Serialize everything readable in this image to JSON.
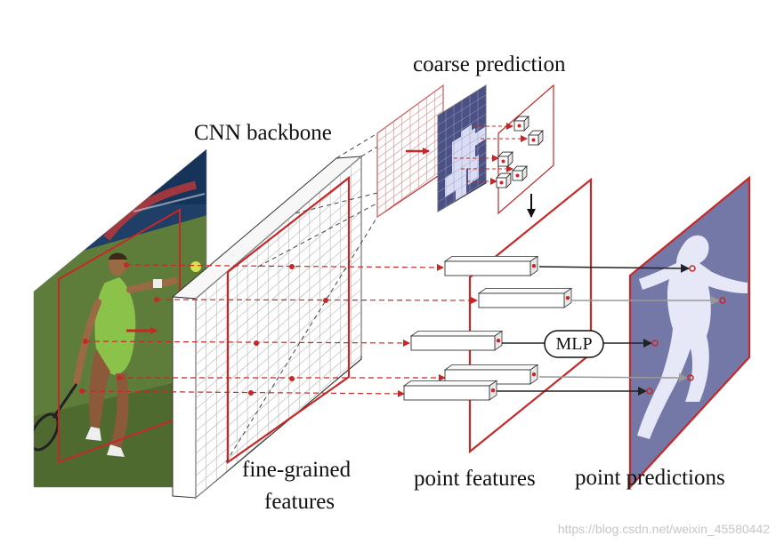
{
  "labels": {
    "coarse_prediction": "coarse prediction",
    "cnn_backbone": "CNN backbone",
    "fine_grained_line1": "fine-grained",
    "fine_grained_line2": "features",
    "point_features": "point features",
    "point_predictions": "point predictions",
    "mlp": "MLP"
  },
  "watermark": "https://blog.csdn.net/weixin_45580442",
  "colors": {
    "accent_red": "#c62828",
    "mask_dark": "#4c5184",
    "mask_light": "#d9dcf2",
    "pred_bg": "#7478a6",
    "pred_fg": "#e6e8f7",
    "court_green": "#5f7d3a",
    "wall_blue": "#1f3f66",
    "ink": "#111111"
  }
}
